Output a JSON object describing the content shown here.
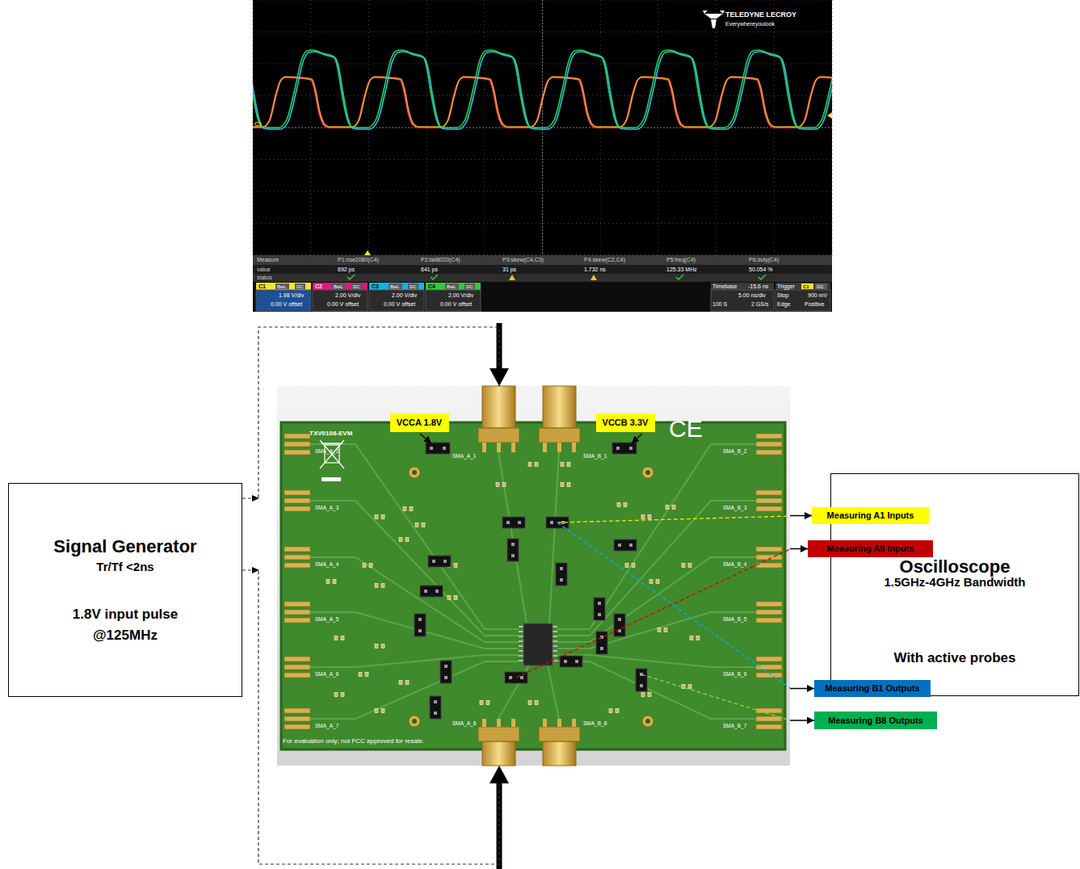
{
  "diagram": {
    "nodes": [
      {
        "text": [
          "TXV0108-EVM",
          "CE",
          "SMA_A_2",
          "SMA_A_1",
          "SMA_B_1",
          "SMA_B_2",
          "SMA_A_3",
          "SMA_B_3",
          "SMA_A_4",
          "SMA_B_4",
          "SMA_A_5",
          "SMA_B_5",
          "SMA_A_6",
          "SMA_B_6",
          "SMA_A_7",
          "SMA_B_7",
          "SMA_A_8",
          "SMA_B_8",
          "For evaluation only; not FCC approved for resale."
        ]
      },
      {
        "text": [
          "VCCA 1.8V"
        ],
        "in": 0
      },
      {
        "text": [
          "VCCB 3.3V"
        ],
        "in": 0
      },
      {
        "text": [
          "Signal Generator",
          "Tr/Tf <2ns",
          "1.8V input pulse @125MHz"
        ]
      },
      {
        "text": [
          "Oscilloscope",
          "1.5GHz-4GHz Bandwidth",
          "With active probes"
        ]
      },
      {
        "text": [
          "Measuring A1 Inputs"
        ]
      },
      {
        "text": [
          "Measuring A8 Inputs"
        ]
      },
      {
        "text": [
          "Measuring B1 Outputs"
        ]
      },
      {
        "text": [
          "Measuring B8 Outputs"
        ]
      }
    ],
    "edges": [
      {
        "from": 3,
        "to": 0,
        "arrow": "to"
      },
      {
        "from": 3,
        "to": 0,
        "arrow": "to"
      },
      {
        "from": 0,
        "to": 5,
        "arrow": "to"
      },
      {
        "from": 0,
        "to": 6,
        "arrow": "to"
      },
      {
        "from": 0,
        "to": 7,
        "arrow": "to"
      },
      {
        "from": 0,
        "to": 8,
        "arrow": "to"
      }
    ],
    "labels": [
      "TELEDYNE LECROY",
      "Everywhereyoulook",
      "C1",
      "Measure",
      "P1:rise2080(C4)",
      "P2:fall8020(C4)",
      "P3:skew(C4,C3)",
      "P4:skew(C2,C4)",
      "P5:freq(C4)",
      "P6:duty(C4)",
      "value",
      "692 ps",
      "641 ps",
      "31 ps",
      "1.732 ns",
      "125.33 MHz",
      "50.054 %",
      "status",
      "C1",
      "BwL",
      "DC",
      "1.98 V/div",
      "0.00 V offset",
      "C2",
      "BwL",
      "DC",
      "2.00 V/div",
      "0.00 V offset",
      "C3",
      "BwL",
      "DC",
      "2.00 V/div",
      "0.00 V offset",
      "C4",
      "BwL",
      "DC",
      "2.00 V/div",
      "0.00 V offset",
      "Timebase",
      "-15.6 ns",
      "Trigger",
      "C1",
      "DC",
      "5.00 ns/div",
      "Stop",
      "900 mV",
      "100 S",
      "2 GS/s",
      "Edge",
      "Positive"
    ]
  }
}
